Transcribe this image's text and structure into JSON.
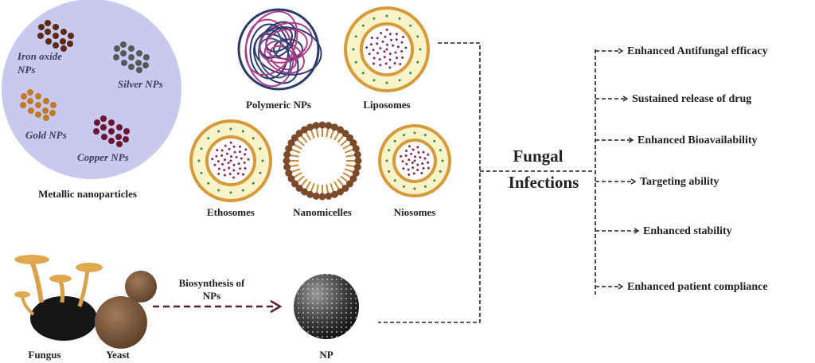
{
  "metallic": {
    "title": "Metallic nanoparticles",
    "iron_line1": "Iron oxide",
    "iron_line2": "NPs",
    "silver": "Silver NPs",
    "gold": "Gold NPs",
    "copper": "Copper NPs"
  },
  "carriers": {
    "polymeric": "Polymeric NPs",
    "liposomes": "Liposomes",
    "ethosomes": "Ethosomes",
    "nanomicelles": "Nanomicelles",
    "niosomes": "Niosomes"
  },
  "biosynthesis": {
    "fungus": "Fungus",
    "yeast": "Yeast",
    "arrow_line1": "Biosynthesis of",
    "arrow_line2": "NPs",
    "np": "NP"
  },
  "center": {
    "line1": "Fungal",
    "line2": "Infections"
  },
  "benefits": [
    "Enhanced Antifungal efficacy",
    "Sustained release of drug",
    "Enhanced Bioavailability",
    "Targeting ability",
    "Enhanced stability",
    "Enhanced patient compliance"
  ],
  "colors": {
    "circle": "#c9c8ef",
    "iron": "#5a2a12",
    "silver": "#555a58",
    "gold": "#c07a25",
    "copper": "#6a1530",
    "membrane": "#d69a3a"
  }
}
